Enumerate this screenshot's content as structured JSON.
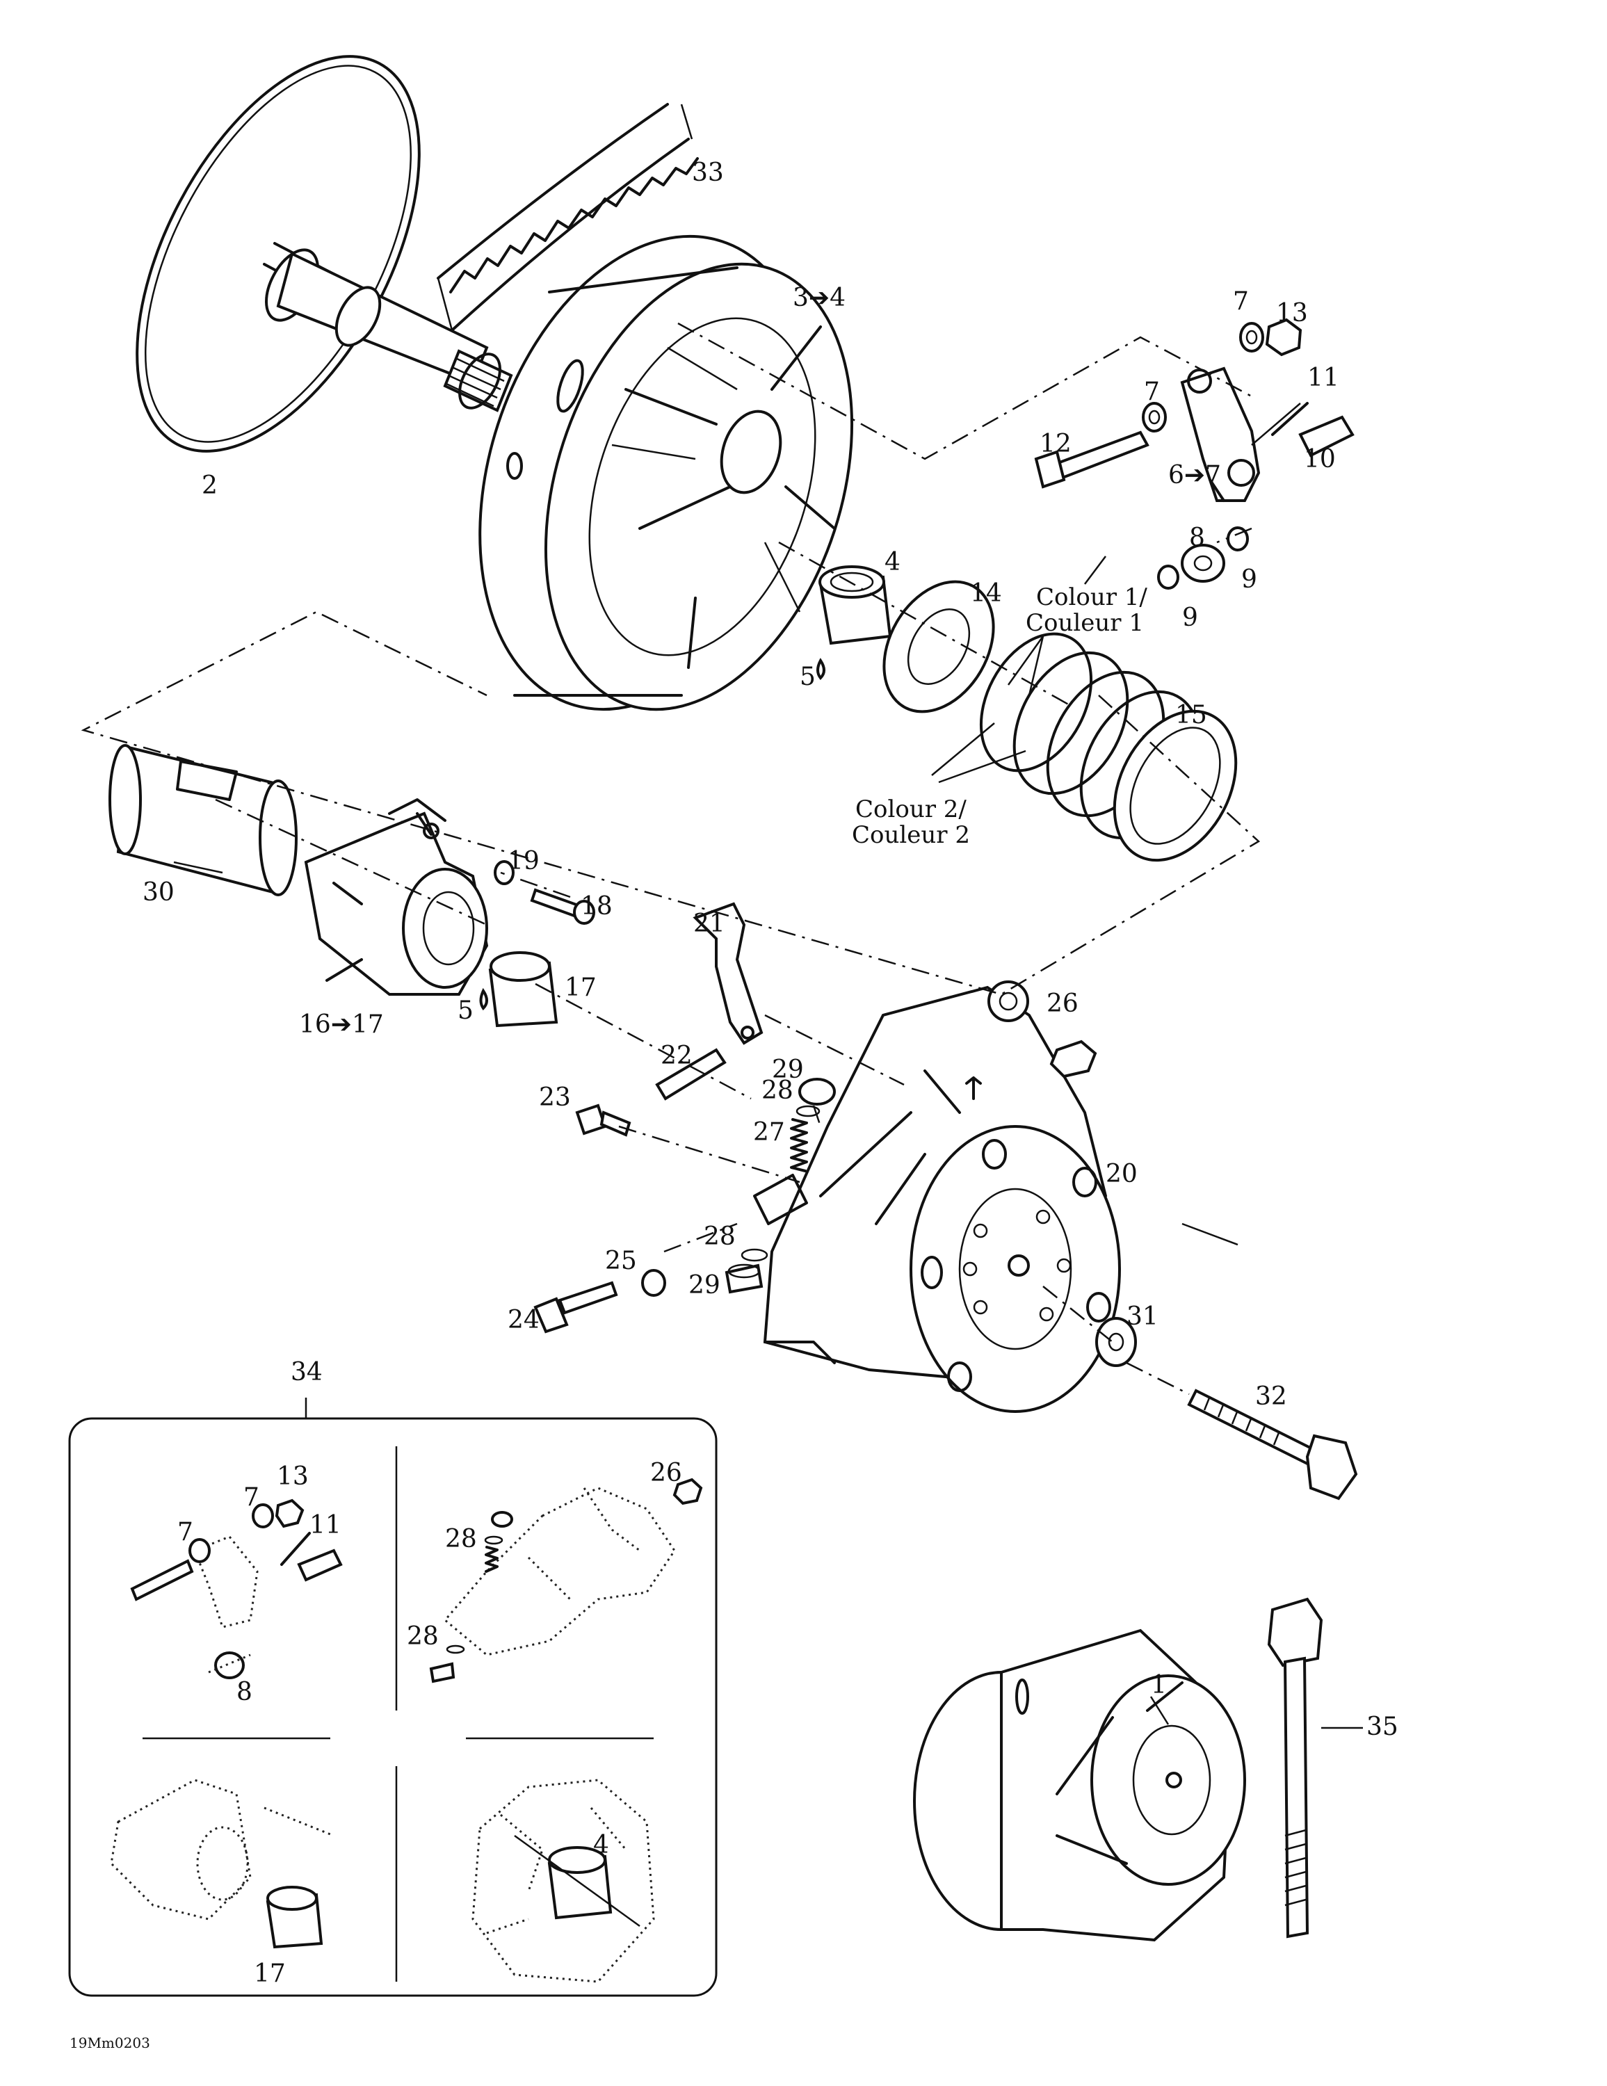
{
  "diagram_code": "19Mm0203",
  "callouts": [
    {
      "id": "c1",
      "text": "1"
    },
    {
      "id": "c2",
      "text": "2"
    },
    {
      "id": "c3",
      "text": "3➔4"
    },
    {
      "id": "c4",
      "text": "4"
    },
    {
      "id": "c4b",
      "text": "4"
    },
    {
      "id": "c5",
      "text": "5"
    },
    {
      "id": "c5b",
      "text": "5"
    },
    {
      "id": "c6",
      "text": "6➔7"
    },
    {
      "id": "c7a",
      "text": "7"
    },
    {
      "id": "c7b",
      "text": "7"
    },
    {
      "id": "c7c",
      "text": "7"
    },
    {
      "id": "c7d",
      "text": "7"
    },
    {
      "id": "c8",
      "text": "8"
    },
    {
      "id": "c8b",
      "text": "8"
    },
    {
      "id": "c9a",
      "text": "9"
    },
    {
      "id": "c9b",
      "text": "9"
    },
    {
      "id": "c10",
      "text": "10"
    },
    {
      "id": "c11",
      "text": "11"
    },
    {
      "id": "c11b",
      "text": "11"
    },
    {
      "id": "c12",
      "text": "12"
    },
    {
      "id": "c13",
      "text": "13"
    },
    {
      "id": "c13b",
      "text": "13"
    },
    {
      "id": "c14",
      "text": "14"
    },
    {
      "id": "c15",
      "text": "15"
    },
    {
      "id": "c16",
      "text": "16➔17"
    },
    {
      "id": "c17",
      "text": "17"
    },
    {
      "id": "c17b",
      "text": "17"
    },
    {
      "id": "c18",
      "text": "18"
    },
    {
      "id": "c19",
      "text": "19"
    },
    {
      "id": "c20",
      "text": "20"
    },
    {
      "id": "c21",
      "text": "21"
    },
    {
      "id": "c22",
      "text": "22"
    },
    {
      "id": "c23",
      "text": "23"
    },
    {
      "id": "c24",
      "text": "24"
    },
    {
      "id": "c25",
      "text": "25"
    },
    {
      "id": "c26",
      "text": "26"
    },
    {
      "id": "c26b",
      "text": "26"
    },
    {
      "id": "c27",
      "text": "27"
    },
    {
      "id": "c28a",
      "text": "28"
    },
    {
      "id": "c28b",
      "text": "28"
    },
    {
      "id": "c28c",
      "text": "28"
    },
    {
      "id": "c28d",
      "text": "28"
    },
    {
      "id": "c29a",
      "text": "29"
    },
    {
      "id": "c29b",
      "text": "29"
    },
    {
      "id": "c30",
      "text": "30"
    },
    {
      "id": "c31",
      "text": "31"
    },
    {
      "id": "c32",
      "text": "32"
    },
    {
      "id": "c33",
      "text": "33"
    },
    {
      "id": "c34",
      "text": "34"
    },
    {
      "id": "c35",
      "text": "35"
    }
  ],
  "notes": {
    "colour1_line1": "Colour 1/",
    "colour1_line2": "Couleur 1",
    "colour2_line1": "Colour 2/",
    "colour2_line2": "Couleur 2"
  }
}
